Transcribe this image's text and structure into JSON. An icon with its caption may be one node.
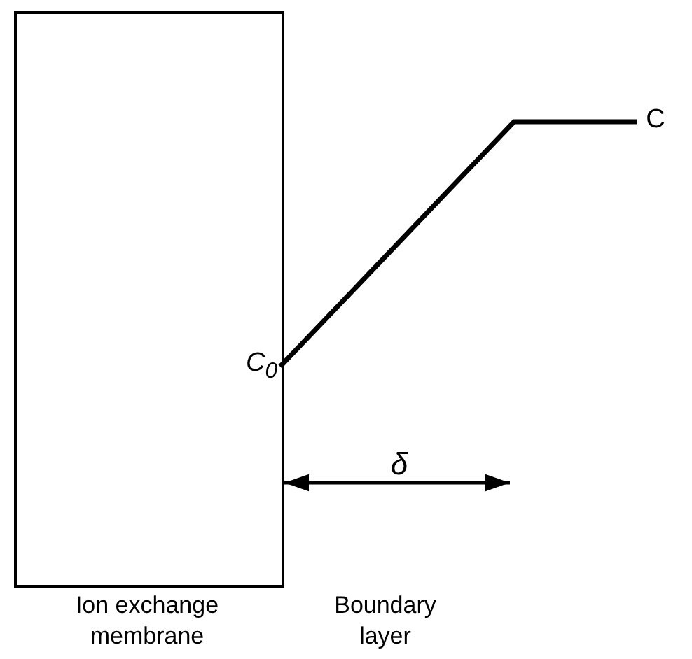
{
  "diagram": {
    "nodes": [
      {
        "text": [
          "Ion exchange membrane"
        ]
      }
    ],
    "labels": [
      "C$_{0}$",
      "C",
      "δ",
      "Boundary layer"
    ]
  }
}
